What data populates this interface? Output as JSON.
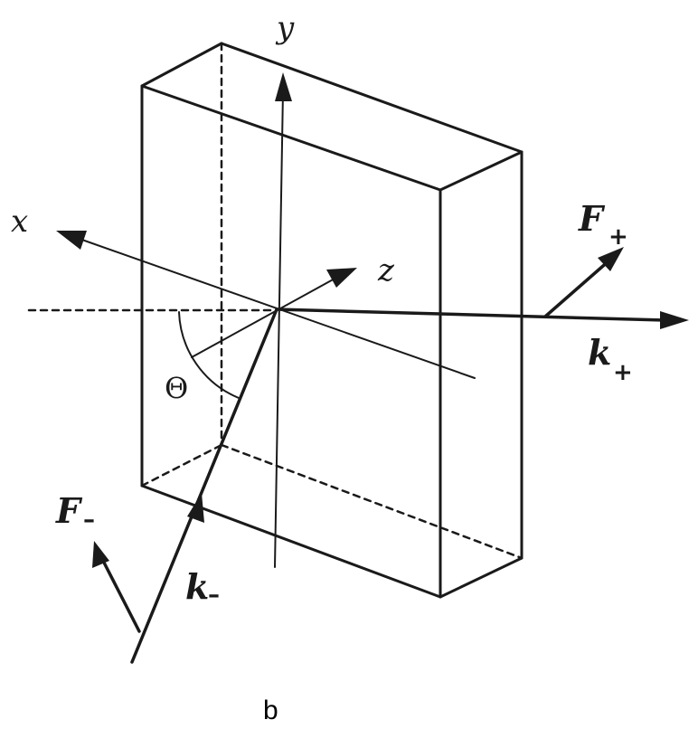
{
  "labels": {
    "axis_x": "x",
    "axis_y": "y",
    "axis_z": "z",
    "angle": "Θ",
    "field_plus": "F",
    "field_plus_sub": "+",
    "wave_plus": "k",
    "wave_plus_sub": "+",
    "field_minus": "F",
    "field_minus_sub": "–",
    "wave_minus": "k",
    "wave_minus_sub": "–"
  },
  "caption": "b"
}
